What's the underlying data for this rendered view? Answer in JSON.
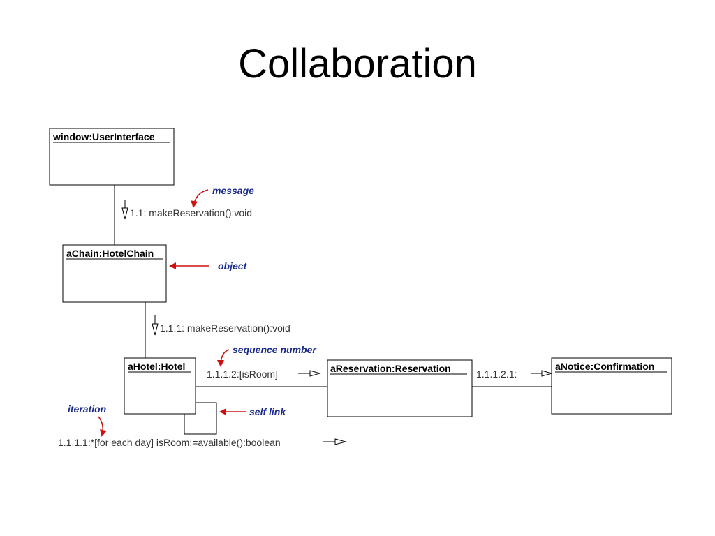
{
  "slide": {
    "title": "Collaboration"
  },
  "objects": {
    "window": "window:UserInterface",
    "chain": "aChain:HotelChain",
    "hotel": "aHotel:Hotel",
    "reservation": "aReservation:Reservation",
    "notice": "aNotice:Confirmation"
  },
  "messages": {
    "m1": "1.1: makeReservation():void",
    "m2": "1.1.1: makeReservation():void",
    "m3": "1.1.1.2:[isRoom]",
    "m4": "1.1.1.2.1:",
    "m5": "1.1.1.1:*[for each day] isRoom:=available():boolean"
  },
  "annotations": {
    "message": "message",
    "object": "object",
    "sequence_number": "sequence number",
    "self_link": "self link",
    "iteration": "iteration"
  },
  "colors": {
    "annotation_text": "#1a2a8c",
    "annotation_arrow": "#cc1111",
    "line": "#000000"
  }
}
